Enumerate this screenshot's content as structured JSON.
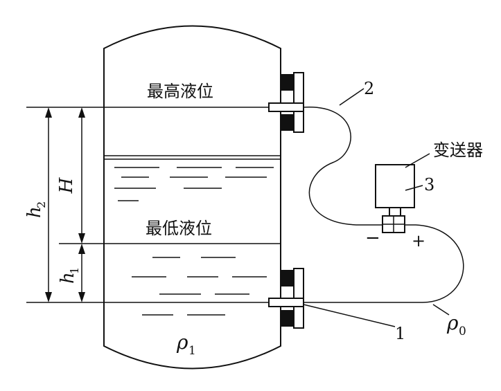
{
  "labels": {
    "max_level": "最高液位",
    "min_level": "最低液位",
    "transmitter": "变送器",
    "num_1": "1",
    "num_2": "2",
    "num_3": "3",
    "minus": "−",
    "plus": "+"
  },
  "symbols": {
    "H": "H",
    "h1_base": "h",
    "h1_sub": "1",
    "h2_base": "h",
    "h2_sub": "2",
    "rho1_base": "ρ",
    "rho1_sub": "1",
    "rho0_base": "ρ",
    "rho0_sub": "0"
  }
}
